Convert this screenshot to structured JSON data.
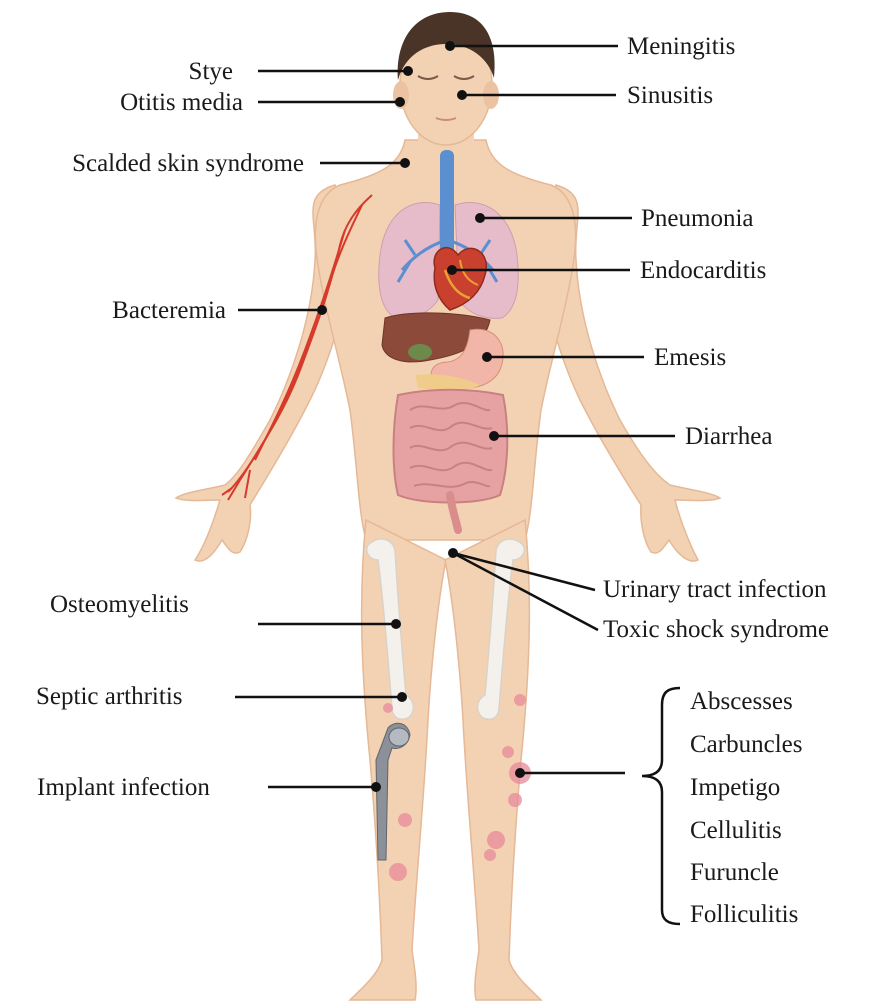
{
  "labels": {
    "meningitis": "Meningitis",
    "sinusitis": "Sinusitis",
    "stye": "Stye",
    "otitis_media": "Otitis media",
    "scalded_skin": "Scalded skin syndrome",
    "pneumonia": "Pneumonia",
    "endocarditis": "Endocarditis",
    "bacteremia": "Bacteremia",
    "emesis": "Emesis",
    "diarrhea": "Diarrhea",
    "uti": "Urinary tract infection",
    "toxic_shock": "Toxic shock syndrome",
    "osteomyelitis": "Osteomyelitis",
    "septic_arthritis": "Septic arthritis",
    "implant_infection": "Implant infection"
  },
  "skin_conditions": [
    "Abscesses",
    "Carbuncles",
    "Impetigo",
    "Cellulitis",
    "Furuncle",
    "Folliculitis"
  ],
  "colors": {
    "skin": "#f3d2b4",
    "skin_shadow": "#e5b896",
    "hair": "#4a3327",
    "trachea": "#5b8fd0",
    "lungs": "#e6bccb",
    "heart": "#c9402e",
    "liver": "#8c4a3b",
    "intestine": "#e6a2a2",
    "bone": "#f4f1ec",
    "vessel": "#d63a2a",
    "lesion": "#e88a9a",
    "implant": "#8b9099",
    "leader": "#111111"
  }
}
